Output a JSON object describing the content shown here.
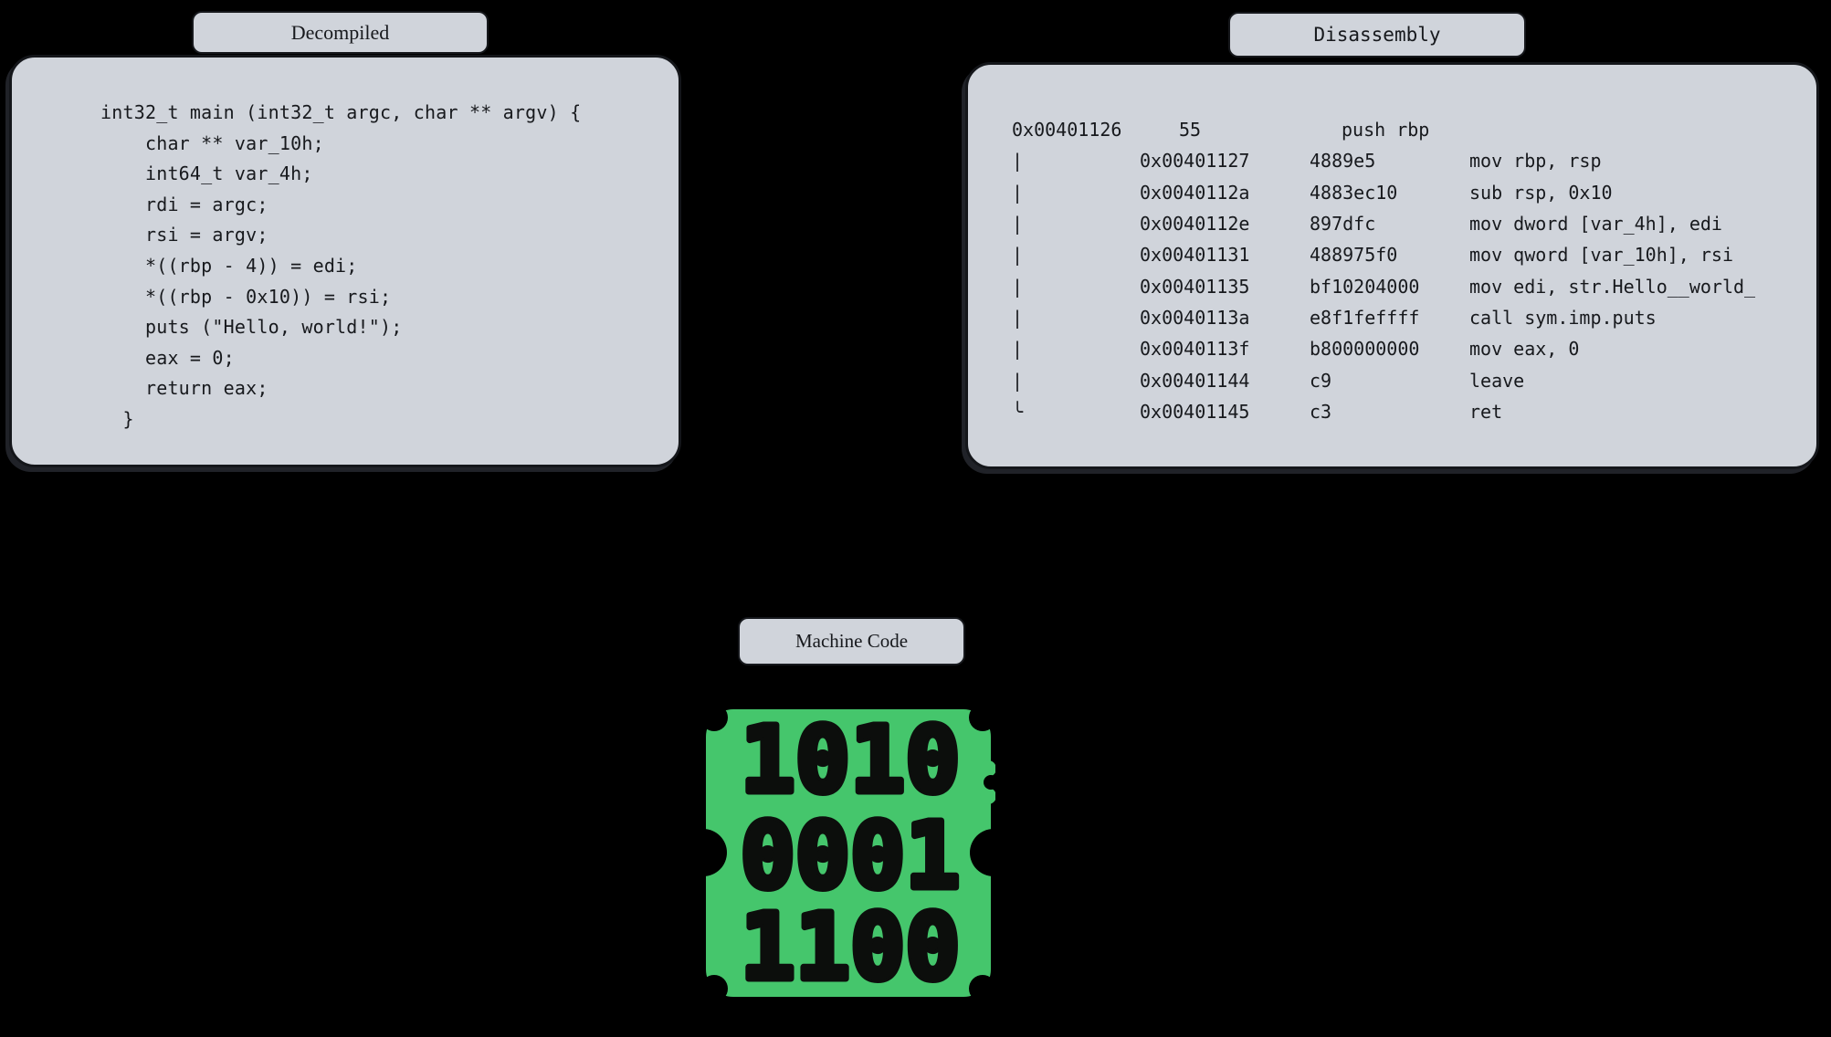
{
  "background": "#000000",
  "panel_fill": "#d0d4db",
  "panel_border": "#14161a",
  "text_color": "#17191d",
  "accent_green": "#45c66c",
  "decompiled": {
    "tab_label": "Decompiled",
    "code_lines": [
      "int32_t main (int32_t argc, char ** argv) {",
      "    char ** var_10h;",
      "    int64_t var_4h;",
      "    rdi = argc;",
      "    rsi = argv;",
      "    *((rbp - 4)) = edi;",
      "    *((rbp - 0x10)) = rsi;",
      "    puts (\"Hello, world!\");",
      "    eax = 0;",
      "    return eax;",
      "  }"
    ]
  },
  "disassembly": {
    "tab_label": "Disassembly",
    "rows": [
      {
        "bar": "",
        "addr": "0x00401126",
        "bytes": "55",
        "insn": "push rbp"
      },
      {
        "bar": "|",
        "addr": "0x00401127",
        "bytes": "4889e5",
        "insn": "mov rbp, rsp"
      },
      {
        "bar": "|",
        "addr": "0x0040112a",
        "bytes": "4883ec10",
        "insn": "sub rsp, 0x10"
      },
      {
        "bar": "|",
        "addr": "0x0040112e",
        "bytes": "897dfc",
        "insn": "mov dword [var_4h], edi"
      },
      {
        "bar": "|",
        "addr": "0x00401131",
        "bytes": "488975f0",
        "insn": "mov qword [var_10h], rsi"
      },
      {
        "bar": "|",
        "addr": "0x00401135",
        "bytes": "bf10204000",
        "insn": "mov edi, str.Hello__world_"
      },
      {
        "bar": "|",
        "addr": "0x0040113a",
        "bytes": "e8f1feffff",
        "insn": "call sym.imp.puts"
      },
      {
        "bar": "|",
        "addr": "0x0040113f",
        "bytes": "b800000000",
        "insn": "mov eax, 0"
      },
      {
        "bar": "|",
        "addr": "0x00401144",
        "bytes": "c9",
        "insn": "leave"
      },
      {
        "bar": "╰",
        "addr": "0x00401145",
        "bytes": "c3",
        "insn": "ret"
      }
    ]
  },
  "machine_code": {
    "tab_label": "Machine Code",
    "binary_rows": [
      "1010",
      "0001",
      "1100"
    ]
  }
}
